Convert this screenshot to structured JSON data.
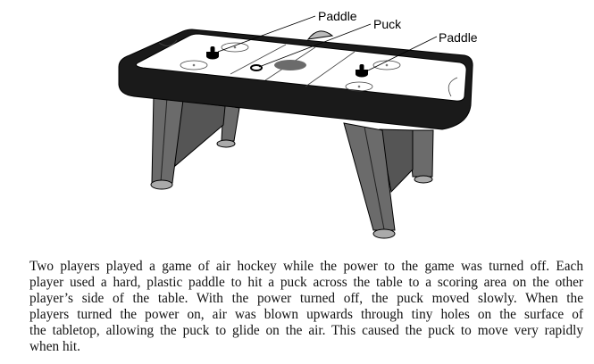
{
  "figure": {
    "labels": {
      "paddle_left": "Paddle",
      "puck": "Puck",
      "paddle_right": "Paddle"
    }
  },
  "passage": {
    "lines": [
      "Two players played a game of air hockey while the power to the game was turned off. Each",
      "player used a hard, plastic paddle to hit a puck across the table to a scoring area on the other",
      "player’s side of the table. With the power turned off, the puck moved slowly. When the",
      "players turned the power on, air was blown upwards through tiny holes on the surface of",
      "the tabletop, allowing the puck to glide on the air. This caused the puck to move very rapidly",
      "when hit."
    ]
  }
}
